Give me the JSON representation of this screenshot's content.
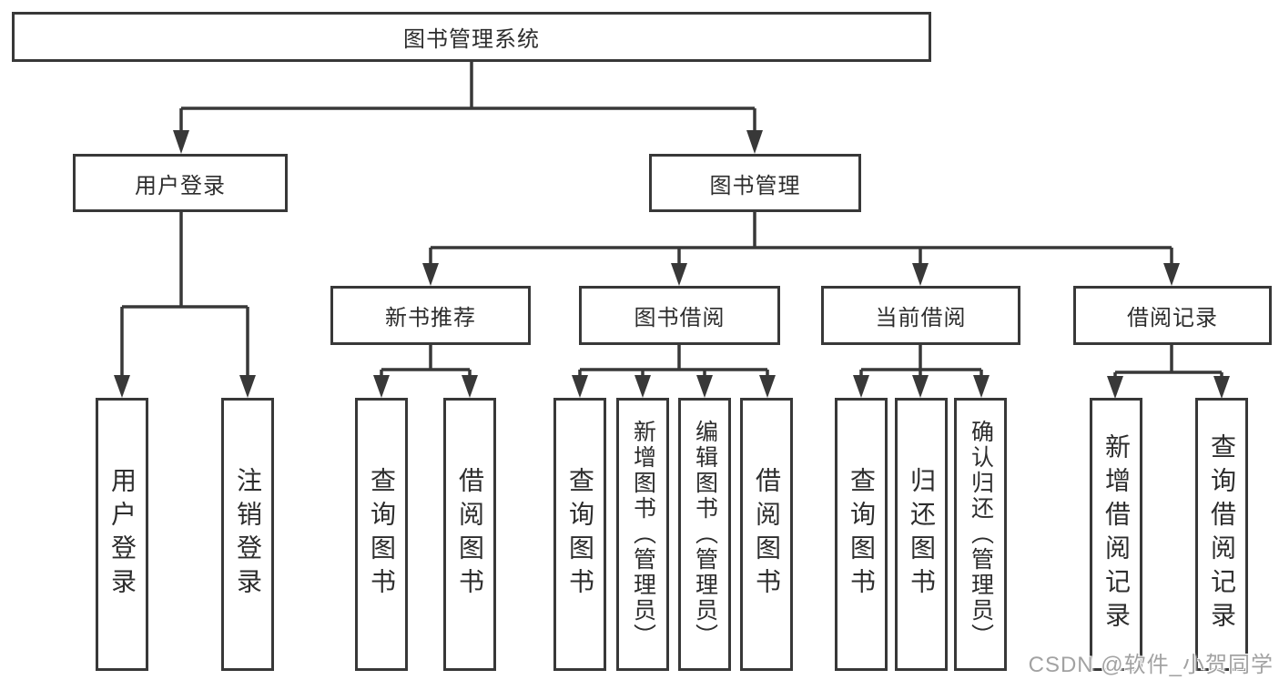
{
  "diagram": {
    "root": {
      "label": "图书管理系统"
    },
    "level2": {
      "user_login": {
        "label": "用户登录"
      },
      "book_manage": {
        "label": "图书管理"
      }
    },
    "level3": {
      "new_book": {
        "label": "新书推荐"
      },
      "book_borrow": {
        "label": "图书借阅"
      },
      "current_borrow": {
        "label": "当前借阅"
      },
      "borrow_record": {
        "label": "借阅记录"
      }
    },
    "leaves": {
      "user_login": [
        "用户登录",
        "注销登录"
      ],
      "new_book": [
        "查询图书",
        "借阅图书"
      ],
      "book_borrow": [
        "查询图书",
        "新增图书（管理员）",
        "编辑图书（管理员）",
        "借阅图书"
      ],
      "current_borrow": [
        "查询图书",
        "归还图书",
        "确认归还（管理员）"
      ],
      "borrow_record": [
        "新增借阅记录",
        "查询借阅记录"
      ]
    },
    "watermark": "CSDN @软件_小贺同学",
    "colors": {
      "border": "#383838",
      "line": "#383838",
      "text": "#2d2d2d",
      "background": "#ffffff",
      "watermark": "#a2a2a2"
    }
  }
}
